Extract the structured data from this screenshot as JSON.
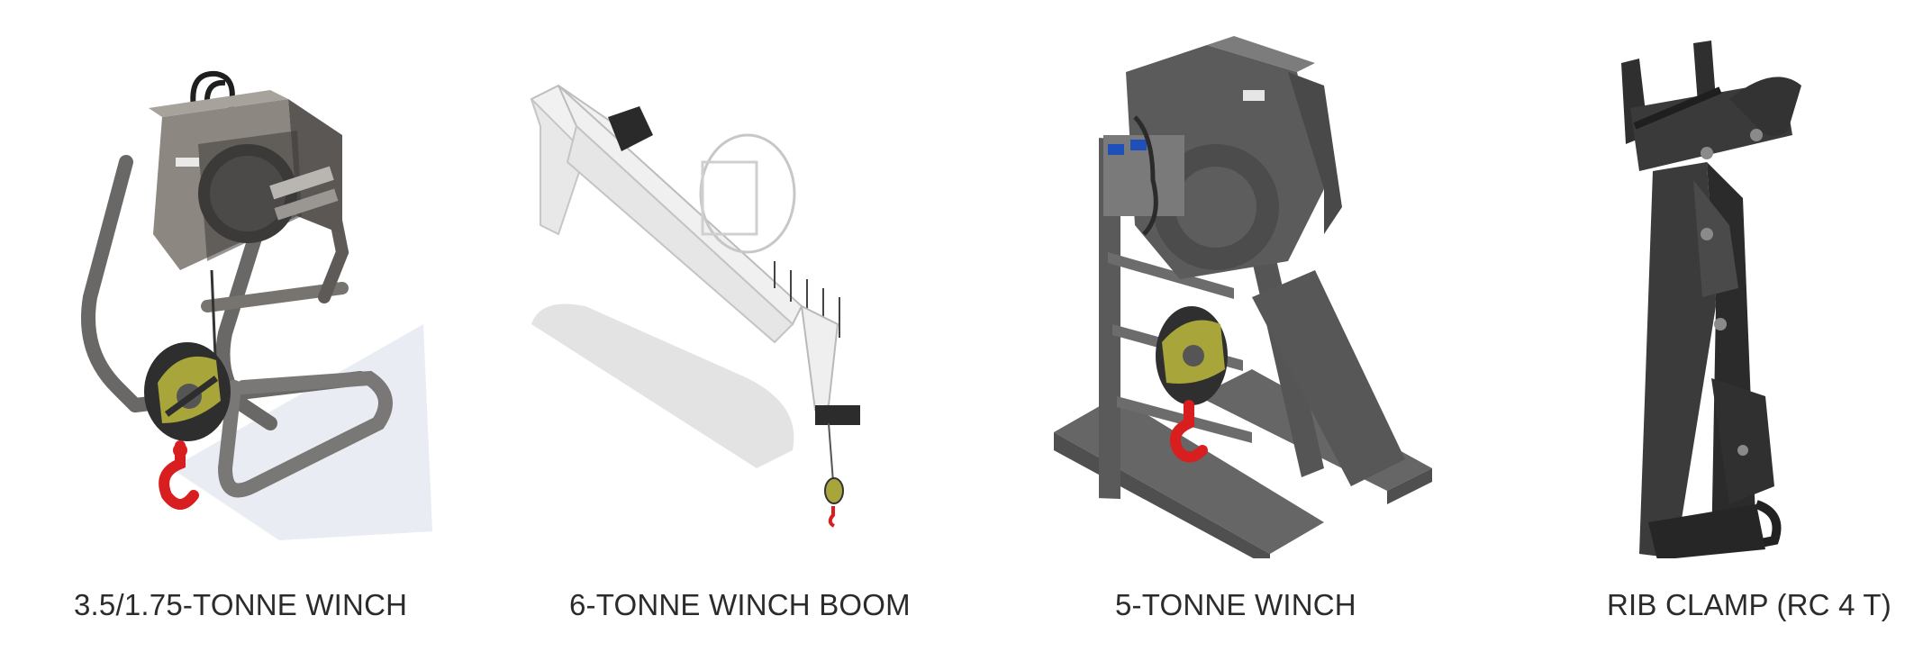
{
  "products": [
    {
      "caption": "3.5/1.75-TONNE WINCH",
      "image_icon": "winch-frame-illustration"
    },
    {
      "caption": "6-TONNE WINCH BOOM",
      "image_icon": "winch-boom-illustration"
    },
    {
      "caption": "5-TONNE WINCH",
      "image_icon": "winch-stand-illustration"
    },
    {
      "caption": "RIB CLAMP (RC 4 T)",
      "image_icon": "rib-clamp-illustration"
    }
  ],
  "colors": {
    "caption_text": "#2b2b2b",
    "hook_red": "#d81e1e",
    "block_yellow": "#a8a63a",
    "dark_grey": "#4a4a4a",
    "mid_grey": "#6e6e6e",
    "light_grey": "#8c8780",
    "boom_white": "#f1f1f1"
  }
}
